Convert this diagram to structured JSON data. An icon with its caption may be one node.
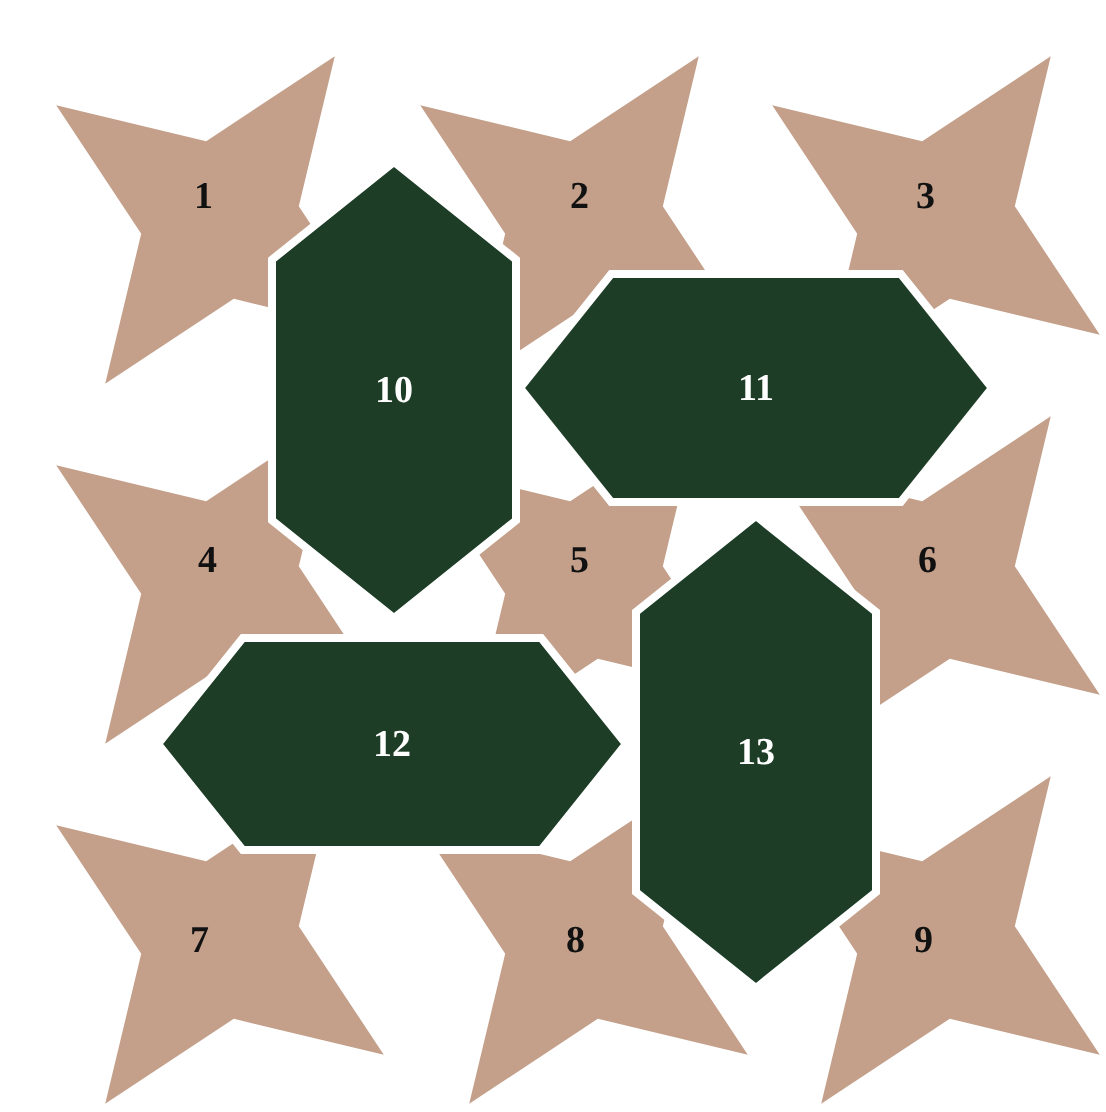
{
  "diagram": {
    "nodes": [
      {
        "text": [
          "1"
        ]
      },
      {
        "text": [
          "2"
        ]
      },
      {
        "text": [
          "3"
        ]
      },
      {
        "text": [
          "4"
        ]
      },
      {
        "text": [
          "5"
        ]
      },
      {
        "text": [
          "6"
        ]
      },
      {
        "text": [
          "7"
        ]
      },
      {
        "text": [
          "8"
        ]
      },
      {
        "text": [
          "9"
        ]
      },
      {
        "text": [
          "10"
        ]
      },
      {
        "text": [
          "11"
        ]
      },
      {
        "text": [
          "12"
        ]
      },
      {
        "text": [
          "13"
        ]
      }
    ]
  }
}
